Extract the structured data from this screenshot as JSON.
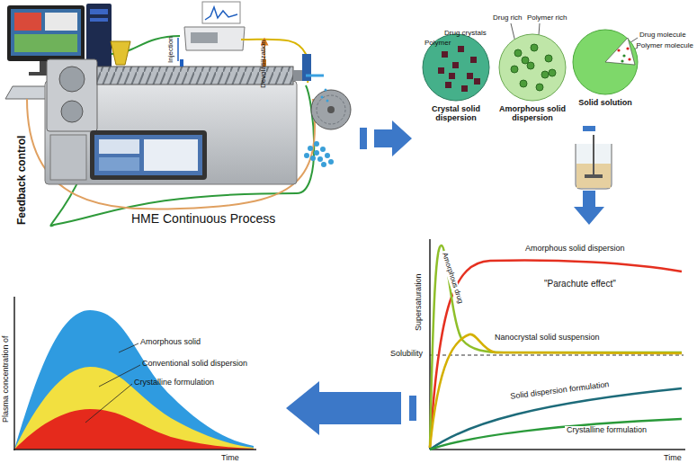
{
  "diagram": {
    "nodes": [
      {
        "text": [
          "Crystal solid dispersion"
        ]
      },
      {
        "text": [
          "Amorphous solid dispersion"
        ]
      },
      {
        "text": [
          "Solid solution"
        ]
      }
    ],
    "labels": [
      "Feedback control",
      "Injection",
      "Devolatilization",
      "HME Continuous Process",
      "Drug crystals",
      "Polymer",
      "Drug rich",
      "Polymer rich",
      "Drug molecule",
      "Polymer molecule",
      "Supersaturation",
      "Amorphous solid dispersion",
      "\"Parachute effect\"",
      "Amorphous drug",
      "Nanocrystal solid suspension",
      "Solubility",
      "Solid dispersion formulation",
      "Crystalline formulation",
      "Time",
      "Plasma concentration of",
      "Amorphous solid",
      "Conventional solid dispersion",
      "Crystalline formulation",
      "Time"
    ]
  }
}
